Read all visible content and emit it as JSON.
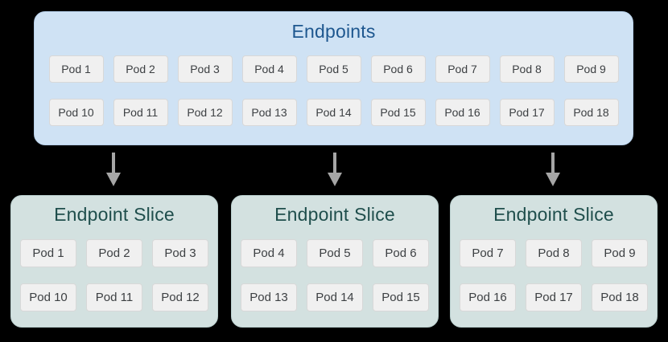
{
  "endpoints": {
    "title": "Endpoints",
    "rows": [
      [
        "Pod 1",
        "Pod 2",
        "Pod 3",
        "Pod 4",
        "Pod 5",
        "Pod 6",
        "Pod 7",
        "Pod 8",
        "Pod 9"
      ],
      [
        "Pod 10",
        "Pod 11",
        "Pod 12",
        "Pod 13",
        "Pod 14",
        "Pod 15",
        "Pod 16",
        "Pod 17",
        "Pod 18"
      ]
    ]
  },
  "arrows": {
    "icon": "arrow-down",
    "count": 3
  },
  "slices": [
    {
      "title": "Endpoint Slice",
      "rows": [
        [
          "Pod 1",
          "Pod 2",
          "Pod 3"
        ],
        [
          "Pod 10",
          "Pod 11",
          "Pod 12"
        ]
      ]
    },
    {
      "title": "Endpoint Slice",
      "rows": [
        [
          "Pod 4",
          "Pod 5",
          "Pod 6"
        ],
        [
          "Pod 13",
          "Pod 14",
          "Pod 15"
        ]
      ]
    },
    {
      "title": "Endpoint Slice",
      "rows": [
        [
          "Pod 7",
          "Pod 8",
          "Pod 9"
        ],
        [
          "Pod 16",
          "Pod 17",
          "Pod 18"
        ]
      ]
    }
  ],
  "colors": {
    "canvas_bg": "#000000",
    "endpoints_bg": "#cfe2f4",
    "endpoints_border": "#b6cfe9",
    "endpoints_title": "#1e578f",
    "slice_bg": "#d3e1e0",
    "slice_border": "#b9cecd",
    "slice_title": "#1f4e4c",
    "pod_bg": "#f0f0f0",
    "pod_border": "#d8d8d8",
    "pod_text": "#3d4043",
    "arrow": "#a6a6a6"
  }
}
